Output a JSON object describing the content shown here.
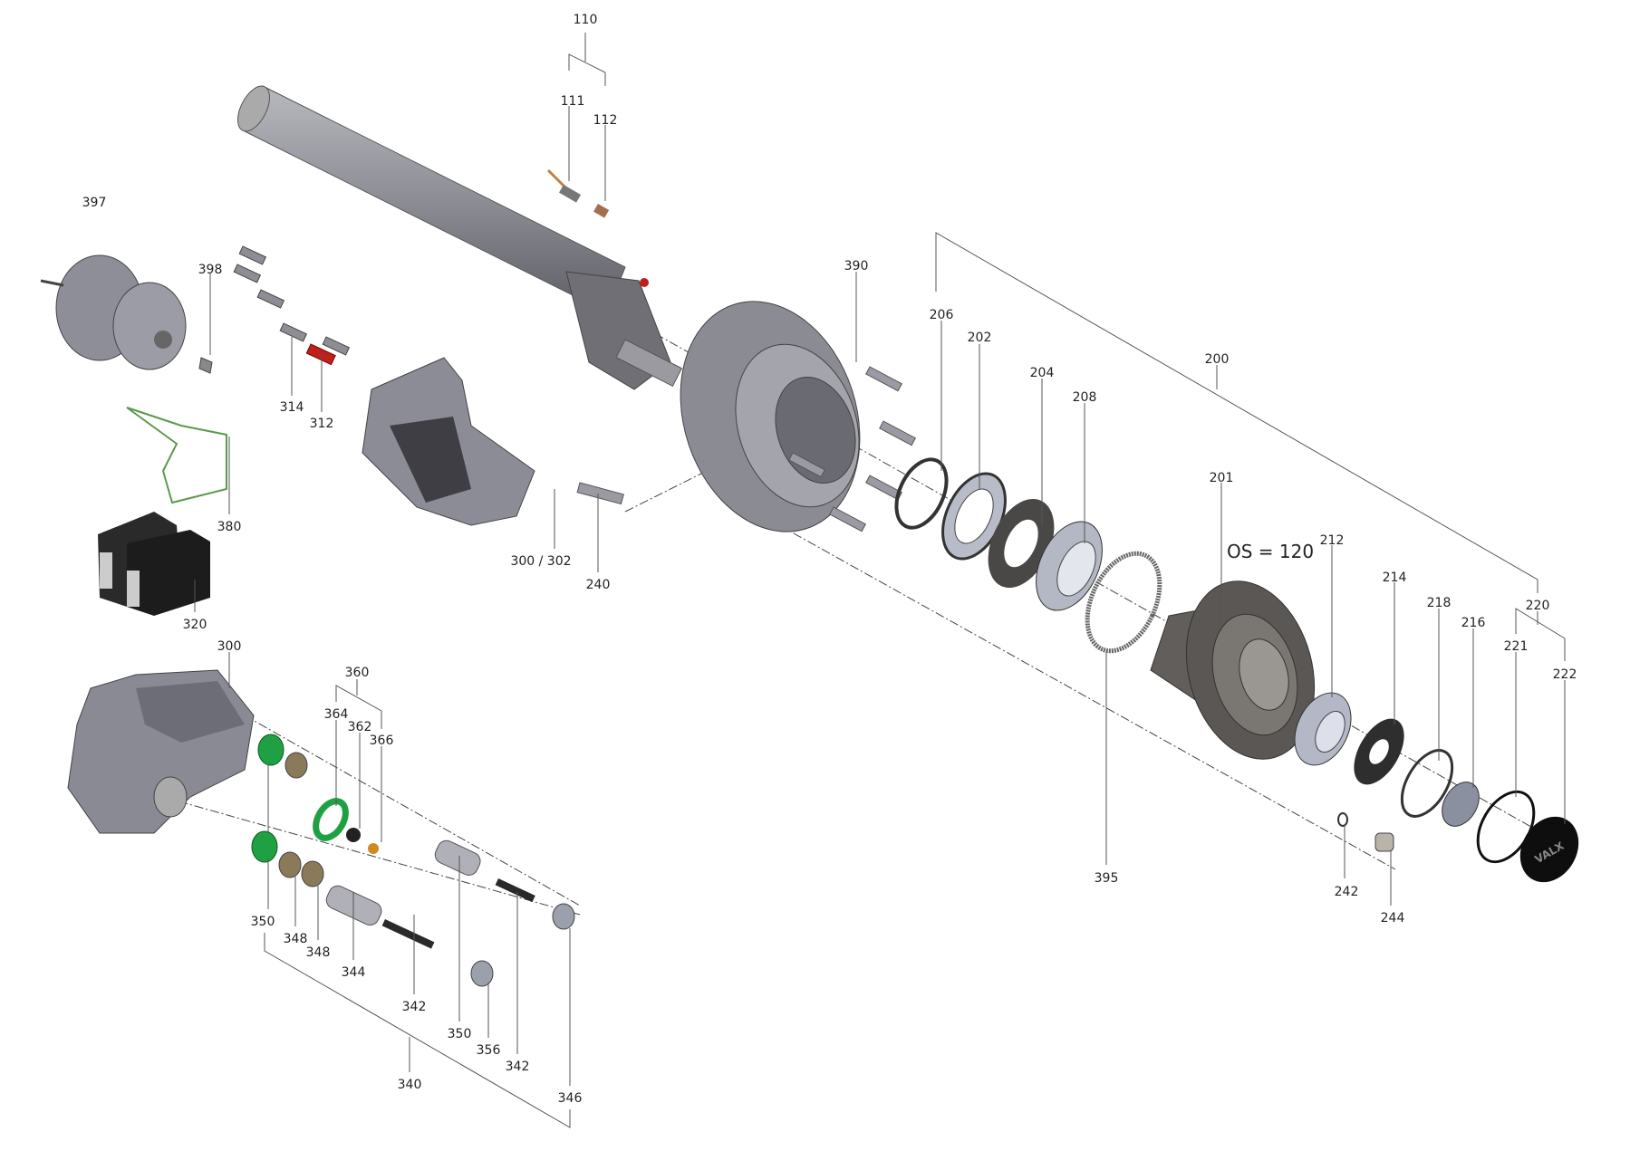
{
  "labels": {
    "l110": "110",
    "l111": "111",
    "l112": "112",
    "l397": "397",
    "l398": "398",
    "l314": "314",
    "l312": "312",
    "l380": "380",
    "l320": "320",
    "l300_302": "300 / 302",
    "l240": "240",
    "l390": "390",
    "l206": "206",
    "l202": "202",
    "l204": "204",
    "l208": "208",
    "l200": "200",
    "l201": "201",
    "l212": "212",
    "l214": "214",
    "l218": "218",
    "l216": "216",
    "l220": "220",
    "l221": "221",
    "l222": "222",
    "l395": "395",
    "l242": "242",
    "l244": "244",
    "l300": "300",
    "l360": "360",
    "l364": "364",
    "l362": "362",
    "l366": "366",
    "l350a": "350",
    "l348a": "348",
    "l348b": "348",
    "l344": "344",
    "l342a": "342",
    "l350b": "350",
    "l356": "356",
    "l342b": "342",
    "l340": "340",
    "l346": "346"
  },
  "annotation": "OS = 120",
  "logo_text": "VALX",
  "colors": {
    "part_gray": "#8a8a94",
    "dark": "#4a4846",
    "green": "#1fa043",
    "bronze": "#8a7a5a",
    "red": "#c0201a",
    "orange": "#d08a20"
  }
}
